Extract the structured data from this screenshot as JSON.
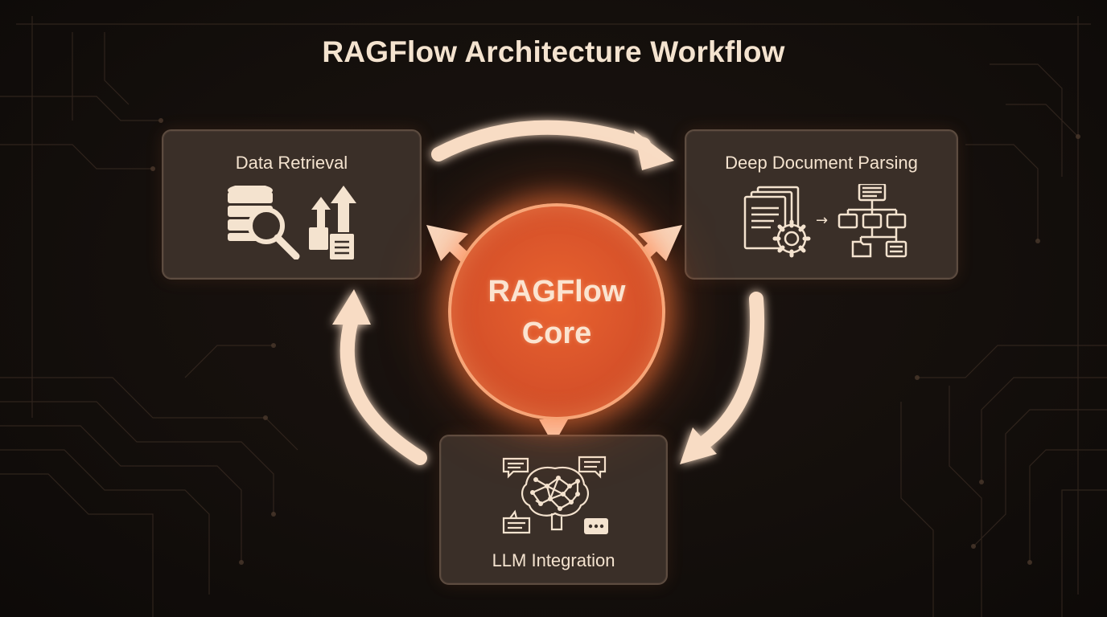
{
  "title": "RAGFlow Architecture Workflow",
  "core": {
    "label": "RAGFlow Core"
  },
  "nodes": {
    "retrieval": {
      "label": "Data Retrieval",
      "icons": [
        "database-search-icon",
        "upload-documents-icon"
      ]
    },
    "parsing": {
      "label": "Deep Document Parsing",
      "icons": [
        "document-gear-icon",
        "hierarchy-tree-icon"
      ]
    },
    "llm": {
      "label": "LLM Integration",
      "icons": [
        "neural-brain-icon",
        "chat-bubble-icon"
      ]
    }
  },
  "colors": {
    "background": "#140f0c",
    "box": "#3a2f28",
    "box_border": "#5d4c40",
    "text": "#f4e3cf",
    "core": "#d7522a",
    "arrow": "#f8dcc4"
  },
  "edges": [
    {
      "from": "retrieval",
      "to": "parsing"
    },
    {
      "from": "parsing",
      "to": "llm"
    },
    {
      "from": "llm",
      "to": "retrieval"
    },
    {
      "from": "core",
      "to": "retrieval"
    },
    {
      "from": "core",
      "to": "parsing"
    },
    {
      "from": "core",
      "to": "llm"
    }
  ]
}
